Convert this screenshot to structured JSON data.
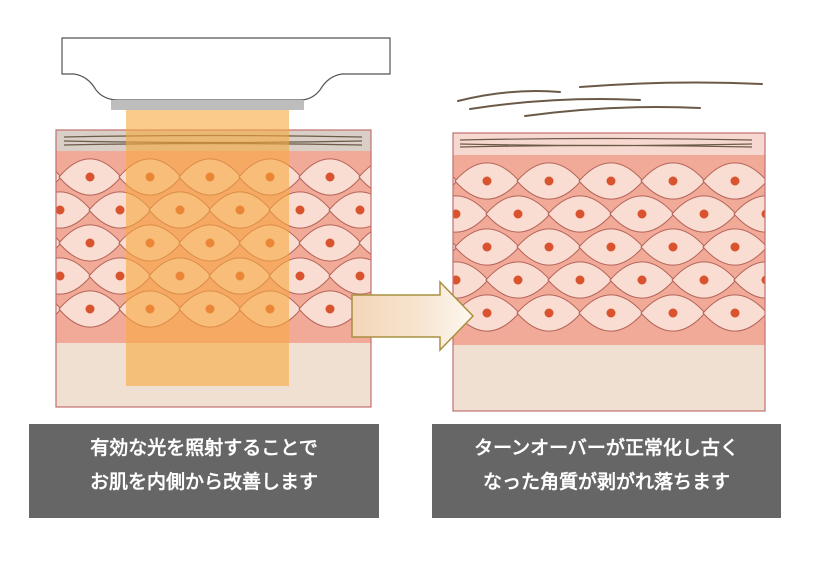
{
  "captions": {
    "left": {
      "line1": "有効な光を照射することで",
      "line2": "お肌を内側から改善します"
    },
    "right": {
      "line1": "ターンオーバーが正常化し古く",
      "line2": "なった角質が剥がれ落ちます"
    }
  },
  "colors": {
    "skin_layer": "#f2aa98",
    "cell_fill": "#f9ddd2",
    "cell_stroke": "#b5655a",
    "nucleus": "#d9532e",
    "dermis": "#efe0d2",
    "frame": "#c07070",
    "stratum_corneum": "#f7d8d0",
    "light_beam": "#f6a93e",
    "caption_bg": "#666666",
    "caption_text": "#ffffff",
    "arrow_stroke": "#a89040"
  }
}
